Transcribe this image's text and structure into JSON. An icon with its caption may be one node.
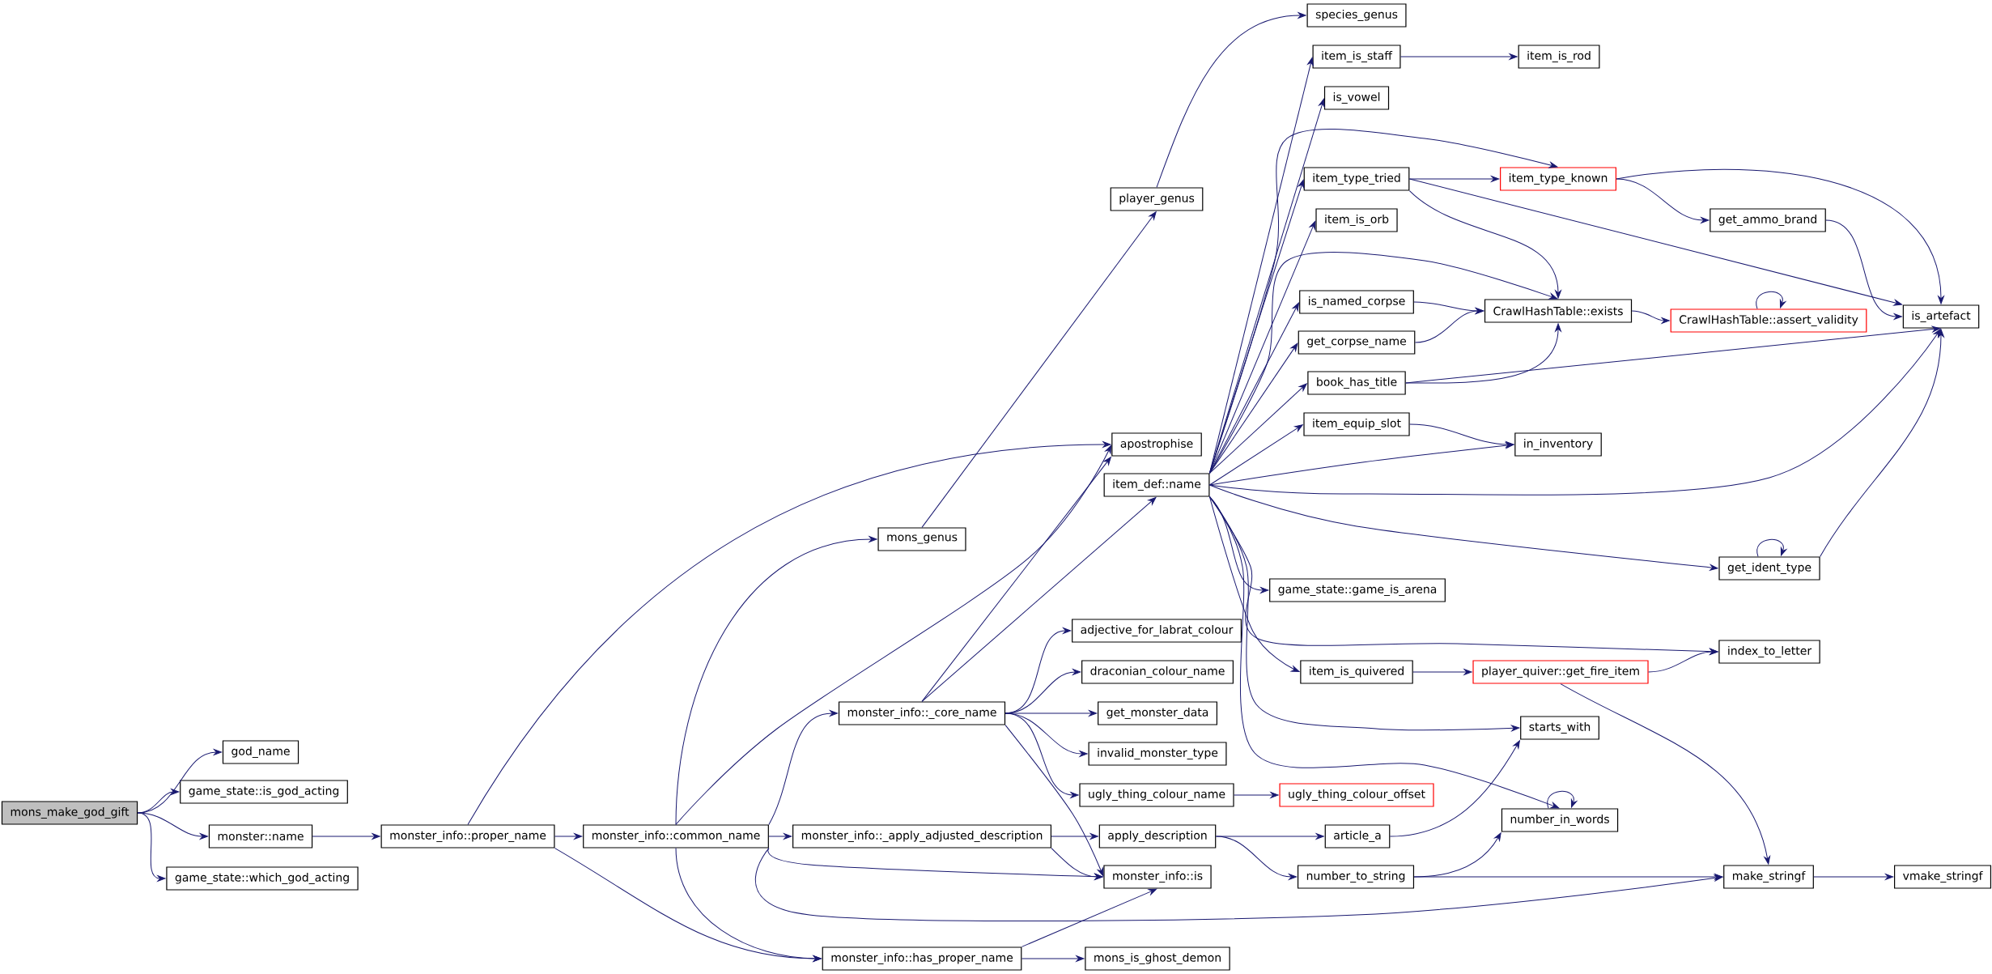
{
  "diagram": {
    "nodes": [
      {
        "text": [
          "mons_make_god_gift"
        ]
      },
      {
        "text": [
          "god_name"
        ]
      },
      {
        "text": [
          "game_state::is_god_acting"
        ]
      },
      {
        "text": [
          "monster::name"
        ]
      },
      {
        "text": [
          "game_state::which_god_acting"
        ]
      },
      {
        "text": [
          "monster_info::proper_name"
        ]
      },
      {
        "text": [
          "monster_info::common_name"
        ]
      },
      {
        "text": [
          "monster_info::_core_name"
        ]
      },
      {
        "text": [
          "monster_info::_apply_adjusted_description"
        ]
      },
      {
        "text": [
          "monster_info::has_proper_name"
        ]
      },
      {
        "text": [
          "mons_genus"
        ]
      },
      {
        "text": [
          "apostrophise"
        ]
      },
      {
        "text": [
          "item_def::name"
        ]
      },
      {
        "text": [
          "player_genus"
        ]
      },
      {
        "text": [
          "species_genus"
        ]
      },
      {
        "text": [
          "item_is_staff"
        ]
      },
      {
        "text": [
          "item_is_rod"
        ]
      },
      {
        "text": [
          "is_vowel"
        ]
      },
      {
        "text": [
          "item_type_tried"
        ]
      },
      {
        "text": [
          "item_type_known"
        ]
      },
      {
        "text": [
          "item_is_orb"
        ]
      },
      {
        "text": [
          "is_named_corpse"
        ]
      },
      {
        "text": [
          "get_corpse_name"
        ]
      },
      {
        "text": [
          "book_has_title"
        ]
      },
      {
        "text": [
          "item_equip_slot"
        ]
      },
      {
        "text": [
          "game_state::game_is_arena"
        ]
      },
      {
        "text": [
          "item_is_quivered"
        ]
      },
      {
        "text": [
          "adjective_for_labrat_colour"
        ]
      },
      {
        "text": [
          "draconian_colour_name"
        ]
      },
      {
        "text": [
          "get_monster_data"
        ]
      },
      {
        "text": [
          "invalid_monster_type"
        ]
      },
      {
        "text": [
          "ugly_thing_colour_name"
        ]
      },
      {
        "text": [
          "apply_description"
        ]
      },
      {
        "text": [
          "monster_info::is"
        ]
      },
      {
        "text": [
          "mons_is_ghost_demon"
        ]
      },
      {
        "text": [
          "CrawlHashTable::exists"
        ]
      },
      {
        "text": [
          "get_ammo_brand"
        ]
      },
      {
        "text": [
          "in_inventory"
        ]
      },
      {
        "text": [
          "CrawlHashTable::assert_validity"
        ]
      },
      {
        "text": [
          "ugly_thing_colour_offset"
        ]
      },
      {
        "text": [
          "player_quiver::get_fire_item"
        ]
      },
      {
        "text": [
          "article_a"
        ]
      },
      {
        "text": [
          "number_to_string"
        ]
      },
      {
        "text": [
          "starts_with"
        ]
      },
      {
        "text": [
          "number_in_words"
        ]
      },
      {
        "text": [
          "get_ident_type"
        ]
      },
      {
        "text": [
          "index_to_letter"
        ]
      },
      {
        "text": [
          "make_stringf"
        ]
      },
      {
        "text": [
          "vmake_stringf"
        ]
      },
      {
        "text": [
          "is_artefact"
        ]
      }
    ],
    "edges": [
      {
        "from": 0,
        "to": 1,
        "arrow": "to"
      },
      {
        "from": 0,
        "to": 2,
        "arrow": "to"
      },
      {
        "from": 0,
        "to": 3,
        "arrow": "to"
      },
      {
        "from": 0,
        "to": 4,
        "arrow": "to"
      },
      {
        "from": 3,
        "to": 5,
        "arrow": "to"
      },
      {
        "from": 5,
        "to": 6,
        "arrow": "to"
      },
      {
        "from": 5,
        "to": 11,
        "arrow": "to"
      },
      {
        "from": 5,
        "to": 9,
        "arrow": "to"
      },
      {
        "from": 6,
        "to": 7,
        "arrow": "to"
      },
      {
        "from": 6,
        "to": 8,
        "arrow": "to"
      },
      {
        "from": 6,
        "to": 10,
        "arrow": "to"
      },
      {
        "from": 6,
        "to": 11,
        "arrow": "to"
      },
      {
        "from": 6,
        "to": 9,
        "arrow": "to"
      },
      {
        "from": 6,
        "to": 33,
        "arrow": "to"
      },
      {
        "from": 6,
        "to": 47,
        "arrow": "to"
      },
      {
        "from": 7,
        "to": 11,
        "arrow": "to"
      },
      {
        "from": 7,
        "to": 12,
        "arrow": "to"
      },
      {
        "from": 7,
        "to": 27,
        "arrow": "to"
      },
      {
        "from": 7,
        "to": 28,
        "arrow": "to"
      },
      {
        "from": 7,
        "to": 29,
        "arrow": "to"
      },
      {
        "from": 7,
        "to": 30,
        "arrow": "to"
      },
      {
        "from": 7,
        "to": 31,
        "arrow": "to"
      },
      {
        "from": 7,
        "to": 33,
        "arrow": "to"
      },
      {
        "from": 8,
        "to": 32,
        "arrow": "to"
      },
      {
        "from": 8,
        "to": 33,
        "arrow": "to"
      },
      {
        "from": 9,
        "to": 33,
        "arrow": "to"
      },
      {
        "from": 9,
        "to": 34,
        "arrow": "to"
      },
      {
        "from": 10,
        "to": 13,
        "arrow": "to"
      },
      {
        "from": 13,
        "to": 14,
        "arrow": "to"
      },
      {
        "from": 12,
        "to": 15,
        "arrow": "to"
      },
      {
        "from": 12,
        "to": 17,
        "arrow": "to"
      },
      {
        "from": 12,
        "to": 19,
        "arrow": "to"
      },
      {
        "from": 12,
        "to": 18,
        "arrow": "to"
      },
      {
        "from": 12,
        "to": 20,
        "arrow": "to"
      },
      {
        "from": 12,
        "to": 35,
        "arrow": "to"
      },
      {
        "from": 12,
        "to": 21,
        "arrow": "to"
      },
      {
        "from": 12,
        "to": 22,
        "arrow": "to"
      },
      {
        "from": 12,
        "to": 23,
        "arrow": "to"
      },
      {
        "from": 12,
        "to": 24,
        "arrow": "to"
      },
      {
        "from": 12,
        "to": 37,
        "arrow": "to"
      },
      {
        "from": 12,
        "to": 49,
        "arrow": "to"
      },
      {
        "from": 12,
        "to": 45,
        "arrow": "to"
      },
      {
        "from": 12,
        "to": 25,
        "arrow": "to"
      },
      {
        "from": 12,
        "to": 46,
        "arrow": "to"
      },
      {
        "from": 12,
        "to": 26,
        "arrow": "to"
      },
      {
        "from": 12,
        "to": 43,
        "arrow": "to"
      },
      {
        "from": 12,
        "to": 44,
        "arrow": "to"
      },
      {
        "from": 15,
        "to": 16,
        "arrow": "to"
      },
      {
        "from": 18,
        "to": 19,
        "arrow": "to"
      },
      {
        "from": 18,
        "to": 35,
        "arrow": "to"
      },
      {
        "from": 18,
        "to": 49,
        "arrow": "to"
      },
      {
        "from": 19,
        "to": 36,
        "arrow": "to"
      },
      {
        "from": 19,
        "to": 49,
        "arrow": "to"
      },
      {
        "from": 36,
        "to": 49,
        "arrow": "to"
      },
      {
        "from": 21,
        "to": 35,
        "arrow": "to"
      },
      {
        "from": 22,
        "to": 35,
        "arrow": "to"
      },
      {
        "from": 23,
        "to": 35,
        "arrow": "to"
      },
      {
        "from": 23,
        "to": 49,
        "arrow": "to"
      },
      {
        "from": 24,
        "to": 37,
        "arrow": "to"
      },
      {
        "from": 35,
        "to": 38,
        "arrow": "to"
      },
      {
        "from": 38,
        "to": 38,
        "arrow": "to"
      },
      {
        "from": 45,
        "to": 45,
        "arrow": "to"
      },
      {
        "from": 45,
        "to": 49,
        "arrow": "to"
      },
      {
        "from": 31,
        "to": 39,
        "arrow": "to"
      },
      {
        "from": 26,
        "to": 40,
        "arrow": "to"
      },
      {
        "from": 40,
        "to": 46,
        "arrow": "to"
      },
      {
        "from": 40,
        "to": 47,
        "arrow": "to"
      },
      {
        "from": 32,
        "to": 41,
        "arrow": "to"
      },
      {
        "from": 32,
        "to": 42,
        "arrow": "to"
      },
      {
        "from": 41,
        "to": 43,
        "arrow": "to"
      },
      {
        "from": 42,
        "to": 44,
        "arrow": "to"
      },
      {
        "from": 42,
        "to": 47,
        "arrow": "to"
      },
      {
        "from": 44,
        "to": 44,
        "arrow": "to"
      },
      {
        "from": 47,
        "to": 48,
        "arrow": "to"
      }
    ]
  }
}
